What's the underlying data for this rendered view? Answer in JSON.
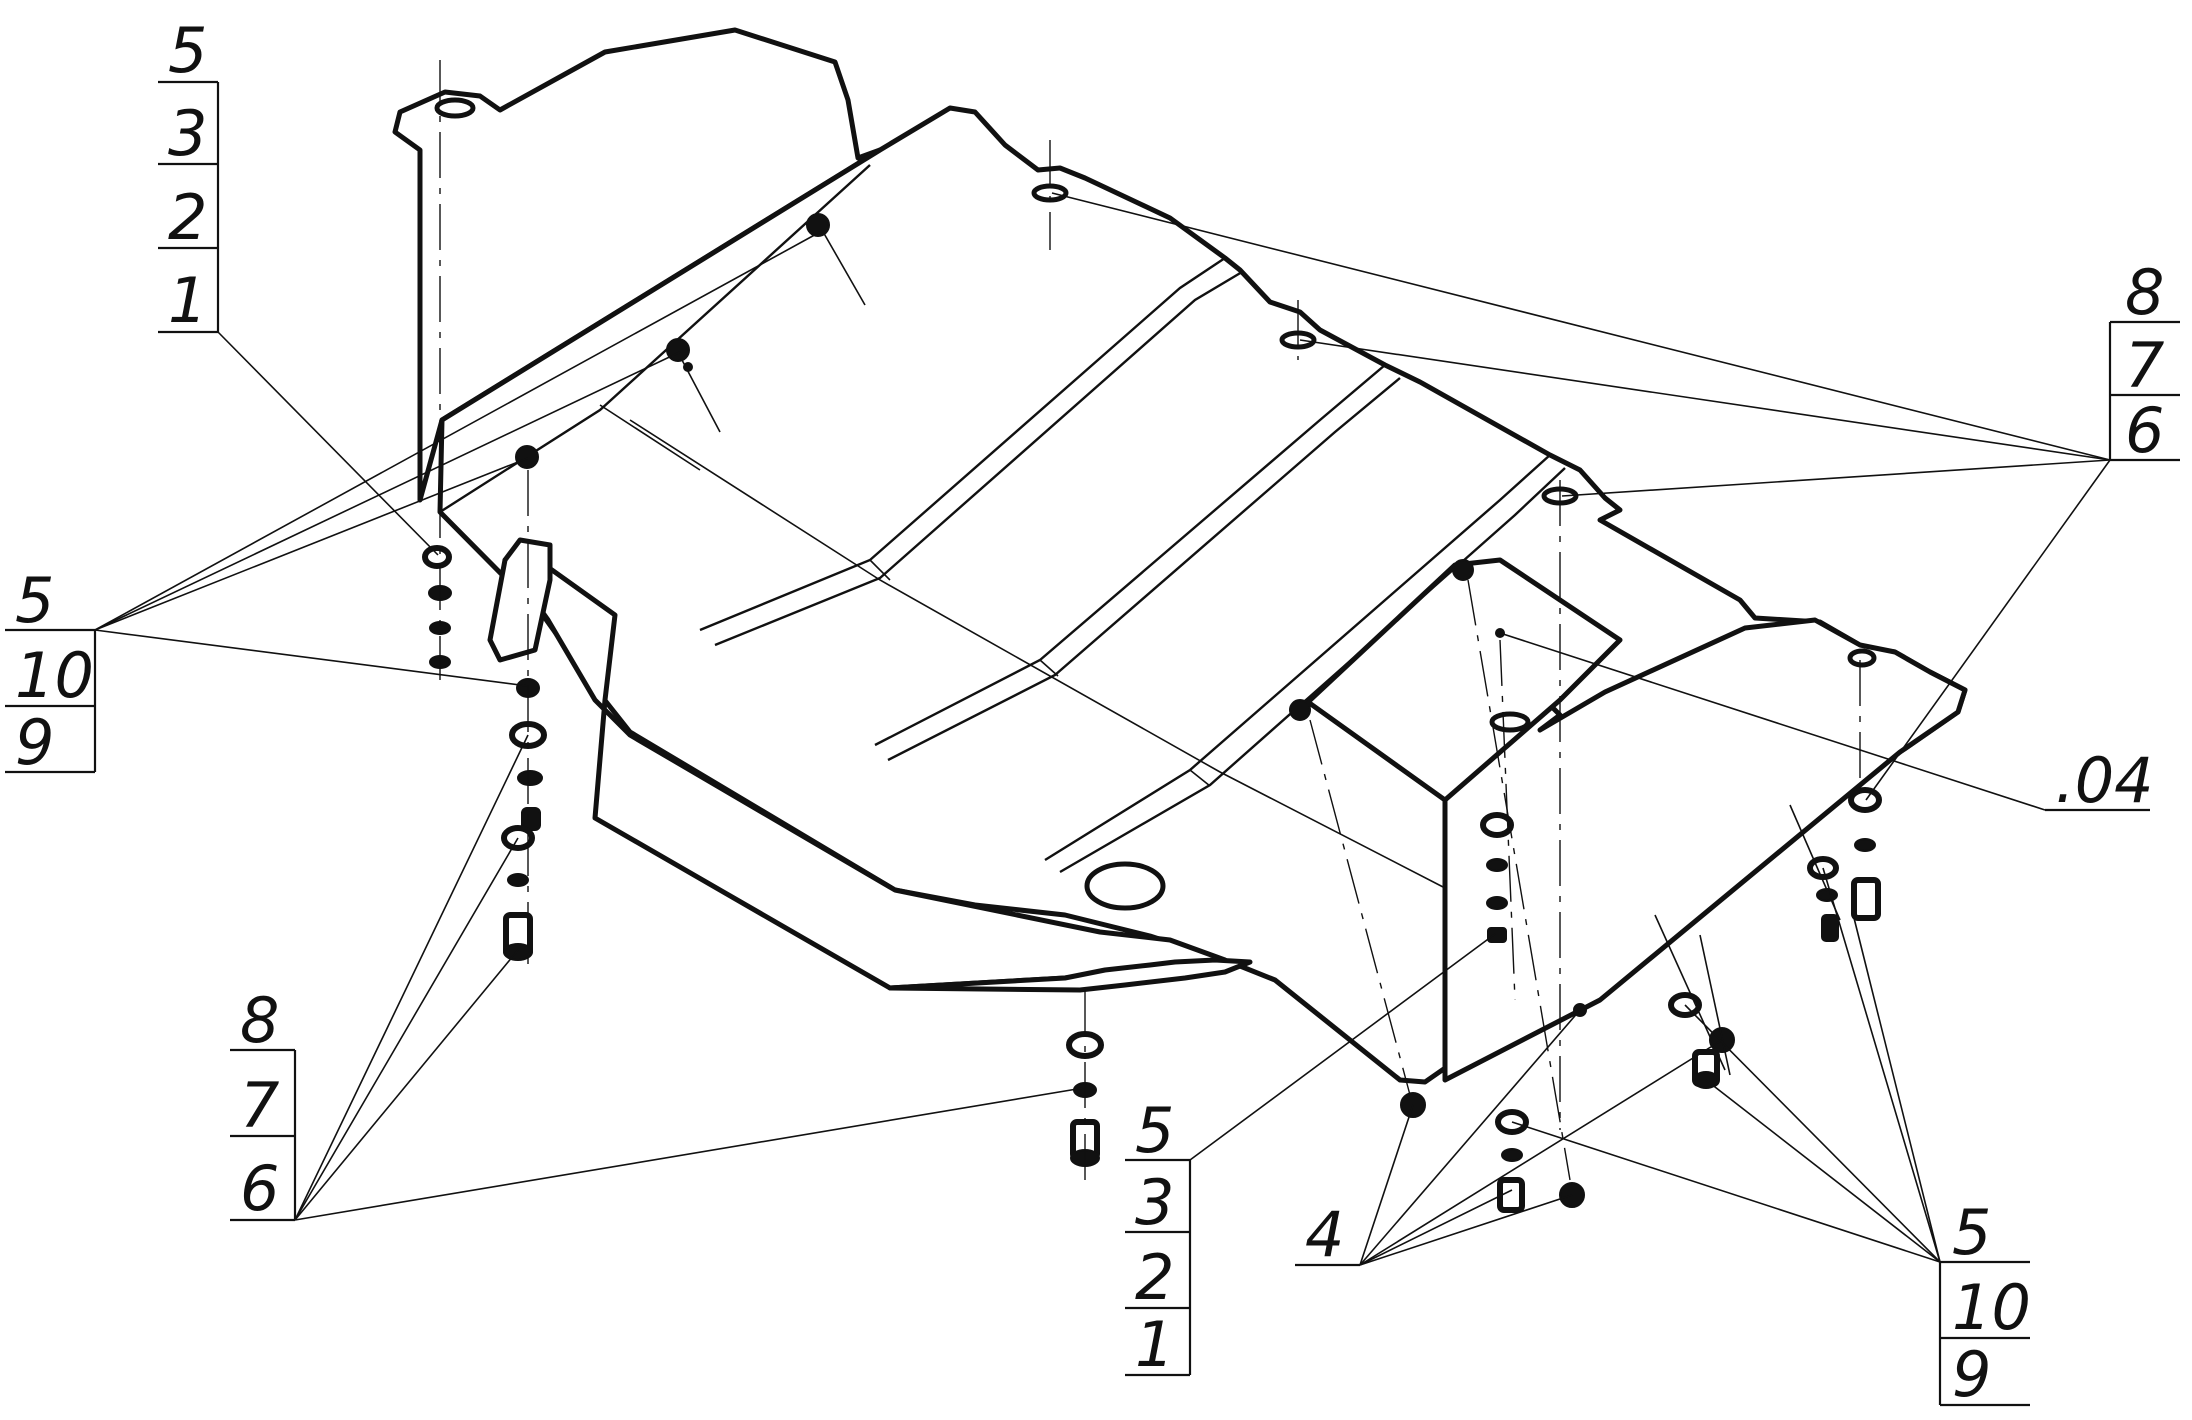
{
  "callouts": [
    {
      "id": "topleft",
      "rows": [
        "5",
        "3",
        "2",
        "1"
      ]
    },
    {
      "id": "midleft",
      "rows": [
        "5",
        "10",
        "9"
      ]
    },
    {
      "id": "lowleft",
      "rows": [
        "8",
        "7",
        "6"
      ]
    },
    {
      "id": "center",
      "rows": [
        "5",
        "3",
        "2",
        "1"
      ]
    },
    {
      "id": "topright",
      "rows": [
        "8",
        "7",
        "6"
      ]
    },
    {
      "id": "lowright",
      "rows": [
        "5",
        "10",
        "9"
      ]
    }
  ],
  "single_labels": {
    "part_ref": ".04",
    "bolt_ref": "4"
  },
  "colors": {
    "ink": "#111111",
    "paper": "#ffffff"
  }
}
